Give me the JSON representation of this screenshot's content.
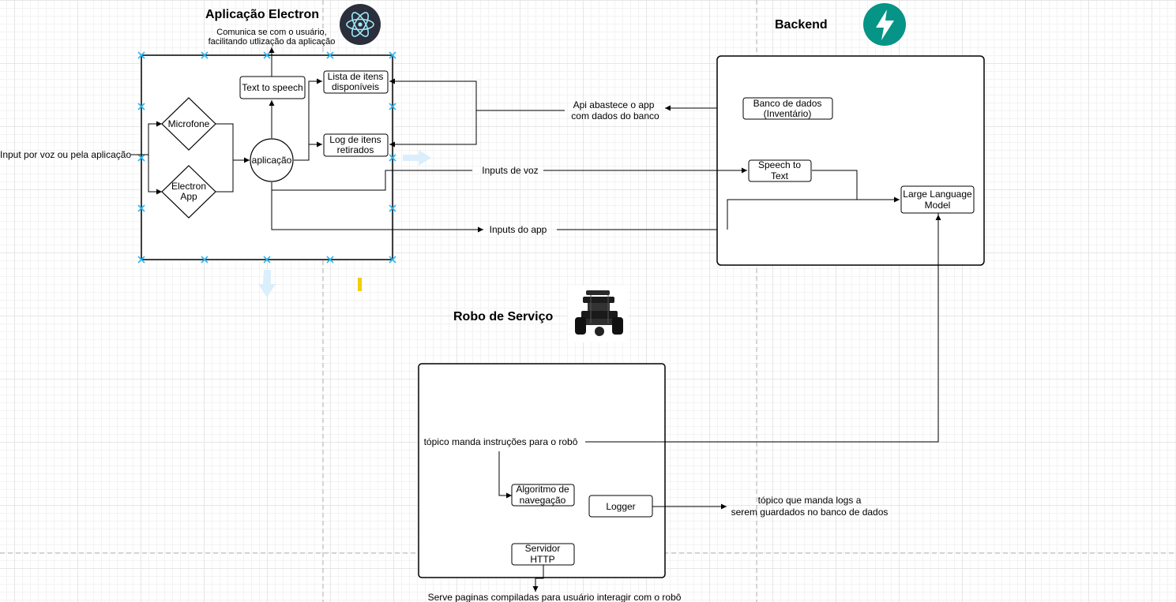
{
  "sections": {
    "electron_title": "Aplicação Electron",
    "backend_title": "Backend",
    "robot_title": "Robo de Serviço"
  },
  "electron": {
    "note_line1": "Comunica se com o usuário,",
    "note_line2": "facilitando utlização da aplicação",
    "input_label": "Input por voz ou pela aplicação",
    "microfone": "Microfone",
    "electron_app_line1": "Electron",
    "electron_app_line2": "App",
    "aplicacao": "aplicação",
    "text_to_speech": "Text to speech",
    "lista_line1": "Lista de itens",
    "lista_line2": "disponíveis",
    "log_line1": "Log de itens",
    "log_line2": "retirados"
  },
  "connections": {
    "api_line1": "Api abastece o app",
    "api_line2": "com dados do banco",
    "inputs_voz": "Inputs de voz",
    "inputs_app": "Inputs do app"
  },
  "backend": {
    "banco_line1": "Banco de dados",
    "banco_line2": "(Inventário)",
    "stt_line1": "Speech to",
    "stt_line2": "Text",
    "llm_line1": "Large Language",
    "llm_line2": "Model"
  },
  "robot": {
    "topico_instrucoes": "tópico manda instruções para o robô",
    "algoritmo_line1": "Algoritmo de",
    "algoritmo_line2": "navegação",
    "logger": "Logger",
    "servidor_line1": "Servidor",
    "servidor_line2": "HTTP",
    "logs_line1": "tópico que manda logs a",
    "logs_line2": "serem guardados no banco de dados",
    "serve_paginas": "Serve paginas compiladas para usuário interagir com o robô"
  },
  "icons": [
    "electron-logo-icon",
    "fastapi-logo-icon",
    "robot-photo-icon"
  ],
  "colors": {
    "selection_handle": "#29b6f2",
    "fastapi_teal": "#059486",
    "electron_dark": "#2b2e3b",
    "electron_cyan": "#9feaf9",
    "guide_dashed": "#bdbdbd",
    "drop_arrow": "#dbeefc",
    "marker_yellow": "#f0d000"
  }
}
